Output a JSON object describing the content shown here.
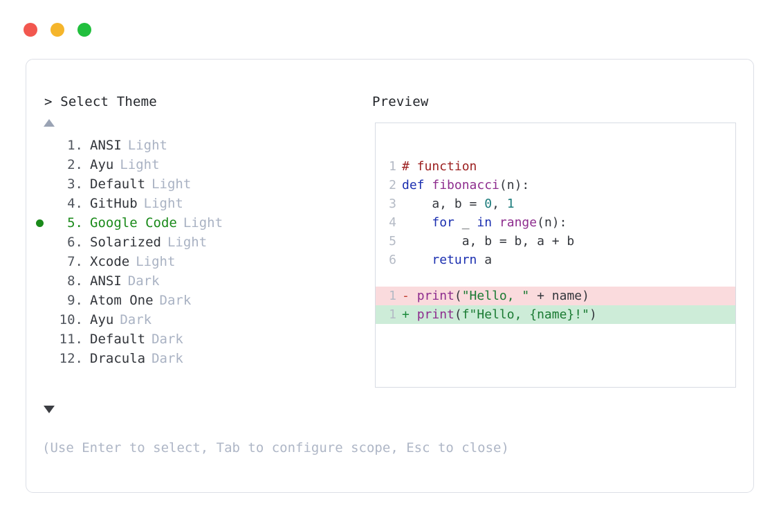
{
  "window": {
    "traffic_lights": [
      {
        "name": "close",
        "color": "#f2574f"
      },
      {
        "name": "minimize",
        "color": "#f5b52b"
      },
      {
        "name": "maximize",
        "color": "#21bf3d"
      }
    ]
  },
  "picker": {
    "prompt": "> Select Theme",
    "scroll_up_icon": "triangle-up-icon",
    "scroll_down_icon": "triangle-down-icon",
    "selected_index": 5,
    "selected_marker": "bullet-icon",
    "items": [
      {
        "index": "1.",
        "name": "ANSI",
        "variant": "Light",
        "selected": false
      },
      {
        "index": "2.",
        "name": "Ayu",
        "variant": "Light",
        "selected": false
      },
      {
        "index": "3.",
        "name": "Default",
        "variant": "Light",
        "selected": false
      },
      {
        "index": "4.",
        "name": "GitHub",
        "variant": "Light",
        "selected": false
      },
      {
        "index": "5.",
        "name": "Google Code",
        "variant": "Light",
        "selected": true
      },
      {
        "index": "6.",
        "name": "Solarized",
        "variant": "Light",
        "selected": false
      },
      {
        "index": "7.",
        "name": "Xcode",
        "variant": "Light",
        "selected": false
      },
      {
        "index": "8.",
        "name": "ANSI",
        "variant": "Dark",
        "selected": false
      },
      {
        "index": "9.",
        "name": "Atom One",
        "variant": "Dark",
        "selected": false
      },
      {
        "index": "10.",
        "name": "Ayu",
        "variant": "Dark",
        "selected": false
      },
      {
        "index": "11.",
        "name": "Default",
        "variant": "Dark",
        "selected": false
      },
      {
        "index": "12.",
        "name": "Dracula",
        "variant": "Dark",
        "selected": false
      }
    ],
    "hint": "(Use Enter to select, Tab to configure scope, Esc to close)"
  },
  "preview": {
    "title": "Preview",
    "code_lines": [
      {
        "line_no": "1",
        "kind": "code",
        "tokens": [
          {
            "text": "# function",
            "style": "comment"
          }
        ]
      },
      {
        "line_no": "2",
        "kind": "code",
        "tokens": [
          {
            "text": "def ",
            "style": "keyword"
          },
          {
            "text": "fibonacci",
            "style": "func"
          },
          {
            "text": "(n):",
            "style": "plain"
          }
        ]
      },
      {
        "line_no": "3",
        "kind": "code",
        "tokens": [
          {
            "text": "    a, b = ",
            "style": "plain"
          },
          {
            "text": "0",
            "style": "number"
          },
          {
            "text": ", ",
            "style": "plain"
          },
          {
            "text": "1",
            "style": "number"
          }
        ]
      },
      {
        "line_no": "4",
        "kind": "code",
        "tokens": [
          {
            "text": "    ",
            "style": "plain"
          },
          {
            "text": "for",
            "style": "keyword"
          },
          {
            "text": " _ ",
            "style": "plain"
          },
          {
            "text": "in",
            "style": "keyword"
          },
          {
            "text": " ",
            "style": "plain"
          },
          {
            "text": "range",
            "style": "func"
          },
          {
            "text": "(n):",
            "style": "plain"
          }
        ]
      },
      {
        "line_no": "5",
        "kind": "code",
        "tokens": [
          {
            "text": "        a, b = b, a + b",
            "style": "plain"
          }
        ]
      },
      {
        "line_no": "6",
        "kind": "code",
        "tokens": [
          {
            "text": "    ",
            "style": "plain"
          },
          {
            "text": "return",
            "style": "keyword"
          },
          {
            "text": " a",
            "style": "plain"
          }
        ]
      },
      {
        "line_no": "",
        "kind": "blank",
        "tokens": []
      },
      {
        "line_no": "1",
        "kind": "diff-del",
        "tokens": [
          {
            "text": "- ",
            "style": "marker-del"
          },
          {
            "text": "print",
            "style": "func"
          },
          {
            "text": "(",
            "style": "plain"
          },
          {
            "text": "\"Hello, \"",
            "style": "string"
          },
          {
            "text": " + name)",
            "style": "plain"
          }
        ]
      },
      {
        "line_no": "1",
        "kind": "diff-add",
        "tokens": [
          {
            "text": "+ ",
            "style": "marker-add"
          },
          {
            "text": "print",
            "style": "func"
          },
          {
            "text": "(",
            "style": "plain"
          },
          {
            "text": "f\"Hello, {name}!\"",
            "style": "string"
          },
          {
            "text": ")",
            "style": "plain"
          }
        ]
      }
    ]
  },
  "colors": {
    "accent_selected": "#1a8a1a",
    "card_border": "#dcdfe6",
    "panel_border": "#d7dbe3",
    "muted_text": "#a9b2c3",
    "hint_text": "#aeb6c6",
    "diff_del_bg": "#fadbdd",
    "diff_add_bg": "#cdecd8"
  }
}
